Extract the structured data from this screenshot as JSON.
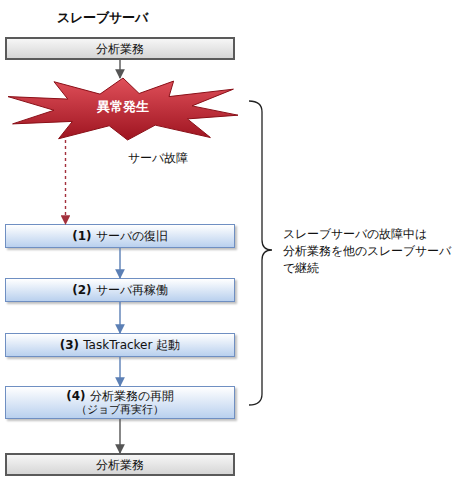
{
  "diagram": {
    "title": "スレーブサーバ",
    "nodes": [
      {
        "text": [
          "分析業務"
        ]
      },
      {
        "text": [
          "異常発生"
        ]
      },
      {
        "text": [
          "(1) サーバの復旧"
        ]
      },
      {
        "text": [
          "(2) サーバ再稼働"
        ]
      },
      {
        "text": [
          "(3) TaskTracker 起動"
        ]
      },
      {
        "text": [
          "(4) 分析業務の再開",
          "（ジョブ再実行）"
        ]
      },
      {
        "text": [
          "分析業務"
        ]
      }
    ],
    "edges": [
      {
        "from": 0,
        "to": 1,
        "arrow": "to"
      },
      {
        "from": 1,
        "to": 2,
        "arrow": "to",
        "label": "サーバ故障"
      },
      {
        "from": 2,
        "to": 3,
        "arrow": "to"
      },
      {
        "from": 3,
        "to": 4,
        "arrow": "to"
      },
      {
        "from": 4,
        "to": 5,
        "arrow": "to"
      },
      {
        "from": 5,
        "to": 6,
        "arrow": "to"
      }
    ],
    "labels": [
      "スレーブサーバの故障中は 分析業務を他のスレーブサーバ で継続"
    ]
  }
}
